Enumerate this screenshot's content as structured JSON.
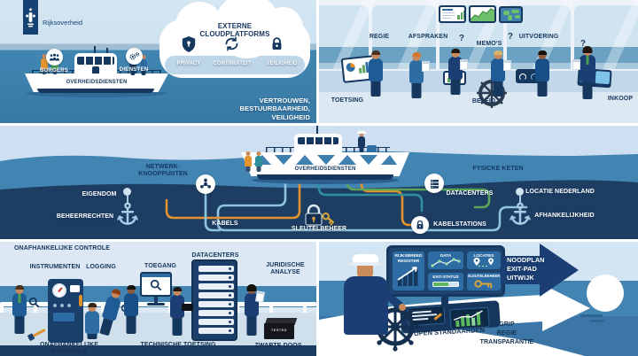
{
  "brand": {
    "logo_text": "Rijksoverheid"
  },
  "cloud_panel": {
    "title": "EXTERNE CLOUDPLATFORMS",
    "items": [
      {
        "icon": "shield-lock-icon",
        "label": "PRIVACY"
      },
      {
        "icon": "sync-icon",
        "label": "CONTINUÏTEIT"
      },
      {
        "icon": "padlock-icon",
        "label": "VEILIGHEID"
      }
    ],
    "badge_left": "BURGERS",
    "badge_right": "DIENSTEN",
    "ship_name": "OVERHEIDSDIENSTEN",
    "tagline": "VERTROUWEN, BESTUURBAARHEID, VEILIGHEID"
  },
  "bridge_panel": {
    "labels_top": [
      "REGIE",
      "AFSPRAKEN",
      "?",
      "MEMO'S",
      "?",
      "UITVOERING",
      "?"
    ],
    "labels_bottom": [
      "TOETSING",
      "BELEID",
      "INKOOP"
    ]
  },
  "sea_panel": {
    "ship_name": "OVERHEIDSDIENSTEN",
    "labels": {
      "netwerk": "NETWERK-KNOOPPUNTEN",
      "eigendom": "EIGENDOM",
      "beheerrechten": "BEHEERRECHTEN",
      "kabels": "KABELS",
      "sleutelbeheer": "SLEUTELBEHEER",
      "fysieke_keten": "FYSICKE KETEN",
      "datacenters": "DATACENTERS",
      "kabelstations": "KABELSTATIONS",
      "locatie_nederland": "LOCATIE NEDERLAND",
      "afhankelijkheid": "AFHANKELIJKHEID"
    }
  },
  "inspection_panel": {
    "title": "ONAFHANKELIJKE CONTROLE",
    "labels": [
      "INSTRUMENTEN",
      "LOGGING",
      "TOEGANG",
      "DATACENTERS",
      "JURIDISCHE ANALYSE"
    ],
    "bottom_labels": [
      "ONAFHANKELIJKE CONTROLE",
      "TECHNISCHE TOETSING",
      "ZWARTE DOOS"
    ],
    "black_box_text": "TESTED"
  },
  "helm_panel": {
    "dashboard_tiles": [
      {
        "label": "RIJKSBREED REGISTER",
        "icon": "bar-chart-arrow-icon"
      },
      {
        "label": "DATA",
        "icon": "dotted-line-chart-icon"
      },
      {
        "label": "LOCATIES",
        "icon": "map-pins-icon"
      },
      {
        "label": "EXIT-STATUS",
        "icon": "progress-bar-icon"
      },
      {
        "label": "SLEUTELBEHEER",
        "icon": "key-icon"
      }
    ],
    "arrow_lines": [
      "NOODPLAN",
      "EXIT-PAD",
      "UITWIJK"
    ],
    "console_label": "OPEN STANDAARDEN",
    "values_lines": [
      "GRIP",
      "REGIE",
      "TRANSPARANTIE"
    ]
  },
  "colors": {
    "navy": "#16375e",
    "logo_blue": "#154273",
    "sea": "#4285b2",
    "deep_sea": "#1d3d63",
    "sky": "#d2e4f1",
    "orange": "#e2922e",
    "green": "#5ca55a",
    "gold": "#d9a43b"
  }
}
